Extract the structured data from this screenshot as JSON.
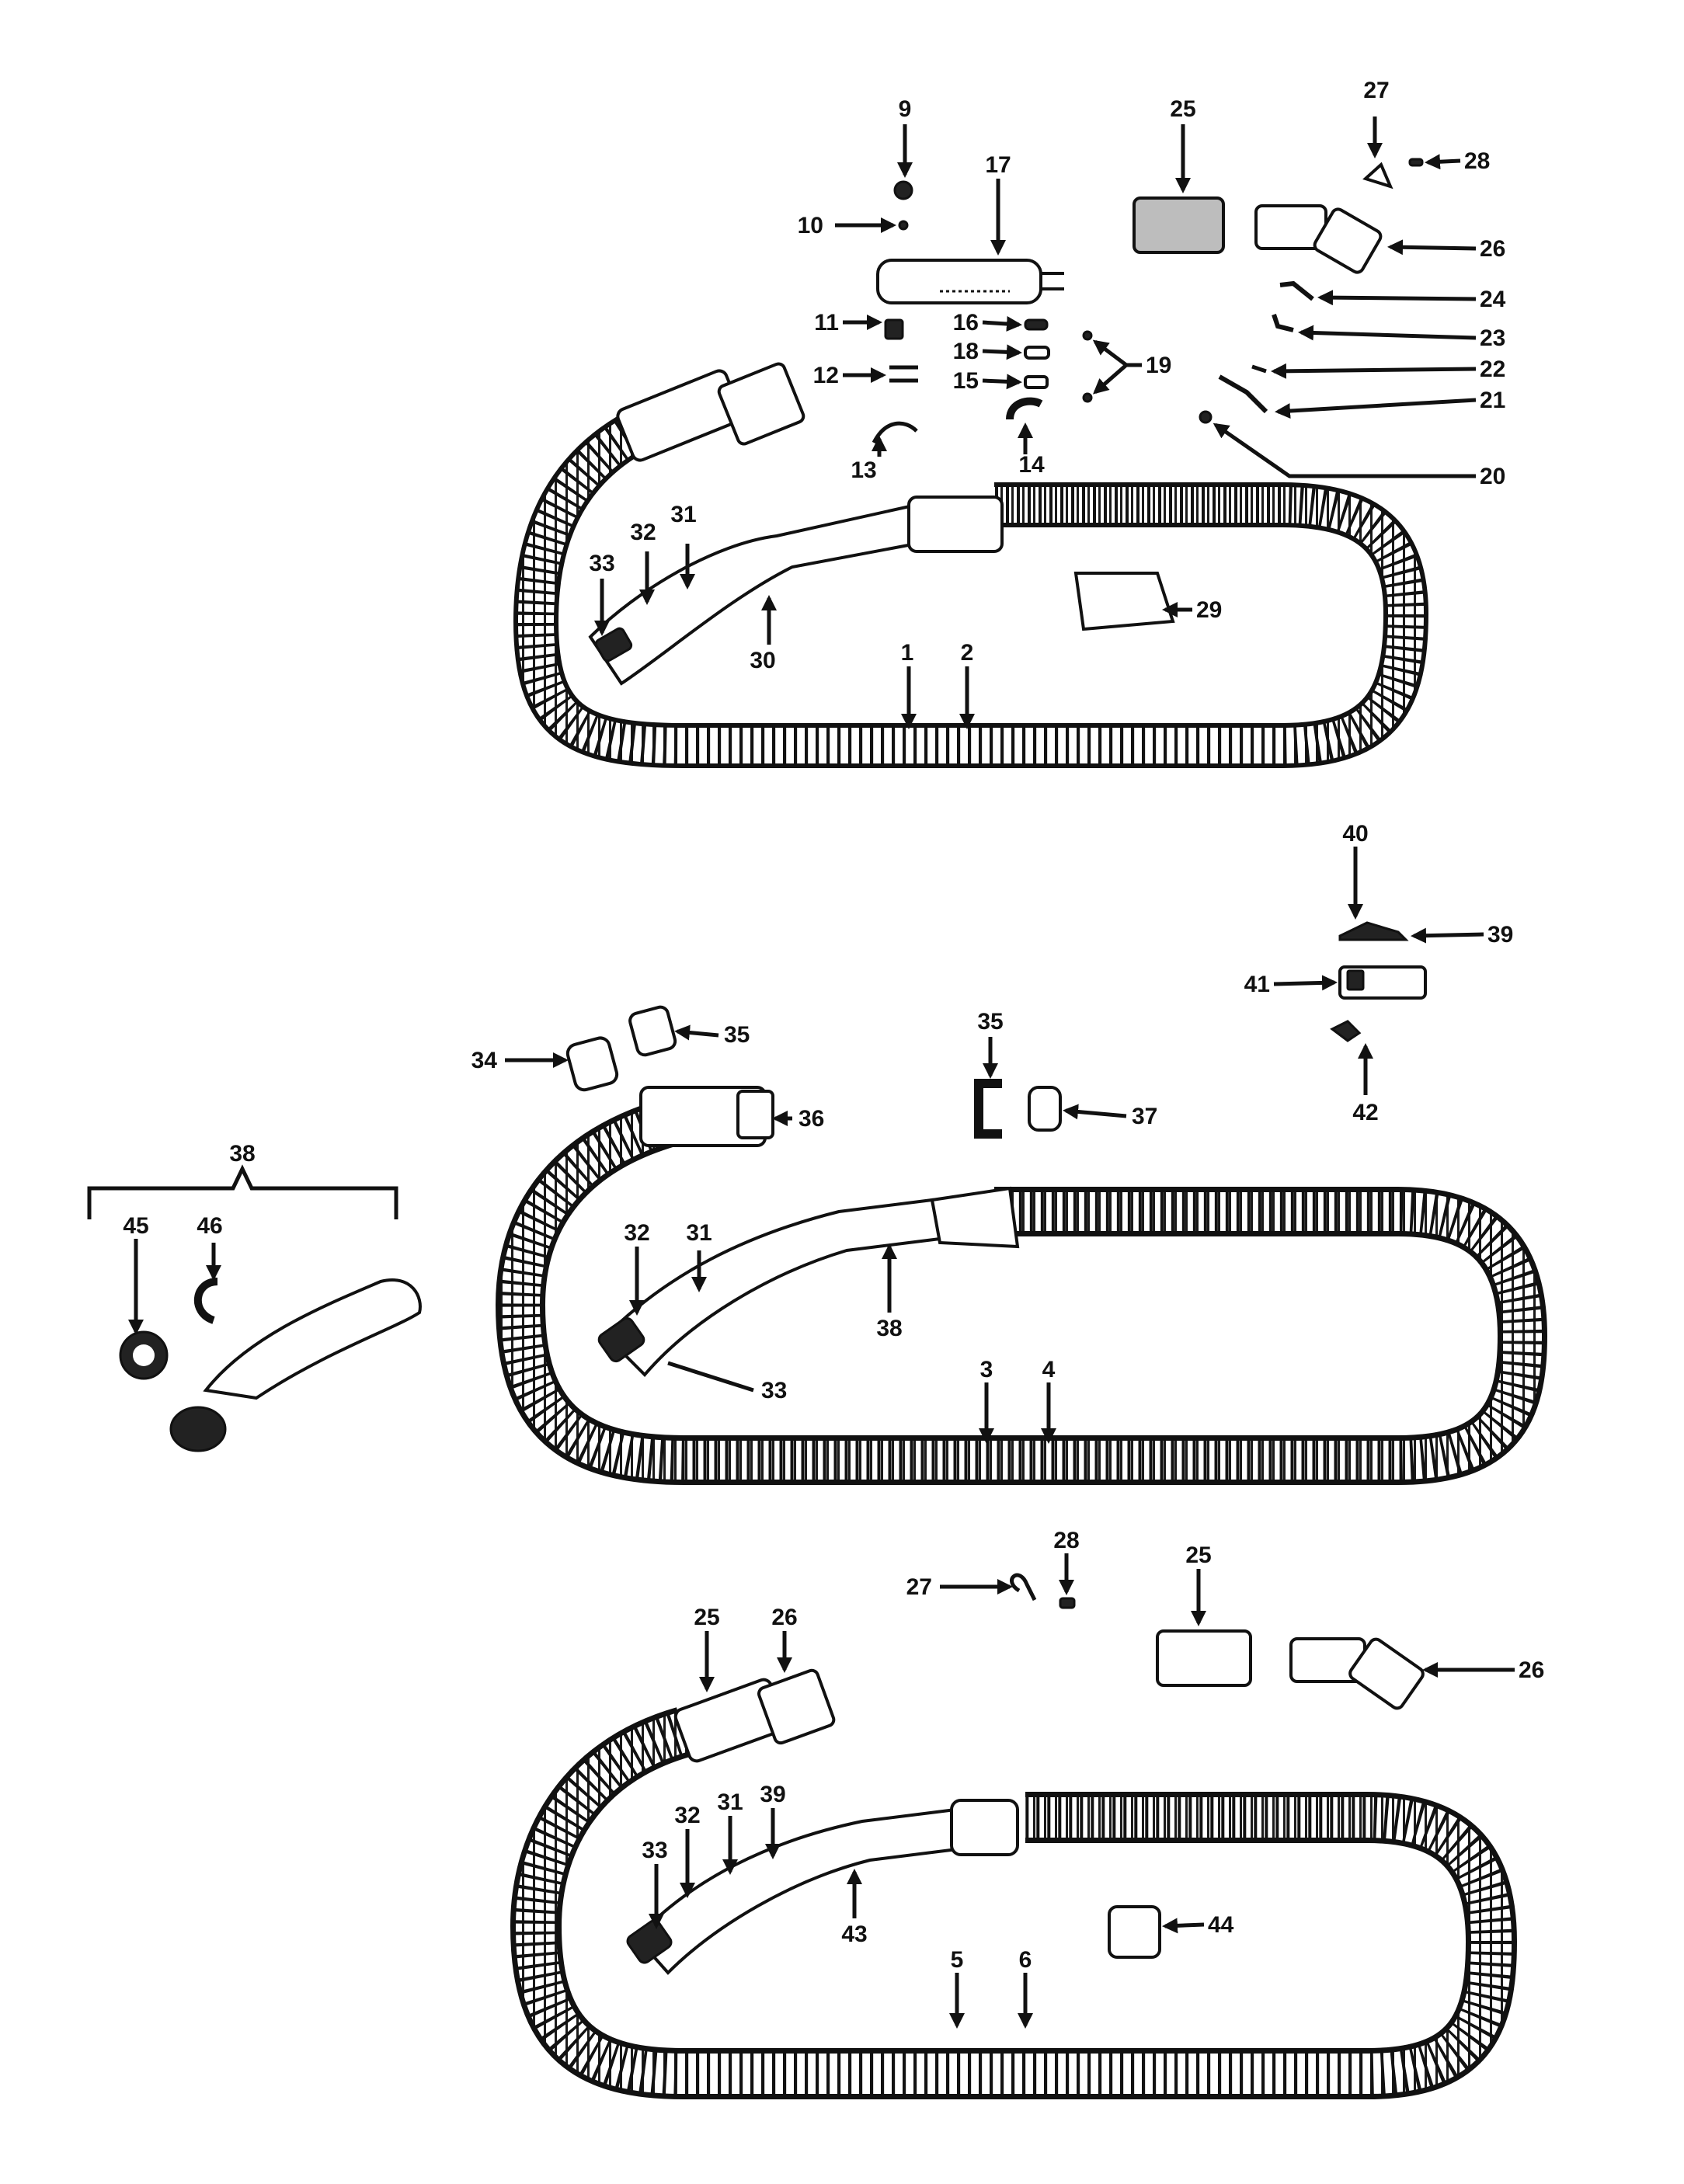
{
  "labels": {
    "l1": "1",
    "l2": "2",
    "l3": "3",
    "l4": "4",
    "l5": "5",
    "l6": "6",
    "l9": "9",
    "l10": "10",
    "l11": "11",
    "l12": "12",
    "l13": "13",
    "l14": "14",
    "l15": "15",
    "l16": "16",
    "l17": "17",
    "l18": "18",
    "l19": "19",
    "l20": "20",
    "l21": "21",
    "l22": "22",
    "l23": "23",
    "l24": "24",
    "l25": "25",
    "l26": "26",
    "l27": "27",
    "l28": "28",
    "l29": "29",
    "l30": "30",
    "l31": "31",
    "l32": "32",
    "l33": "33",
    "l34": "34",
    "l35": "35",
    "l36": "36",
    "l37": "37",
    "l38": "38",
    "l39": "39",
    "l40": "40",
    "l41": "41",
    "l42": "42",
    "l43": "43",
    "l44": "44",
    "l45": "45",
    "l46": "46"
  }
}
